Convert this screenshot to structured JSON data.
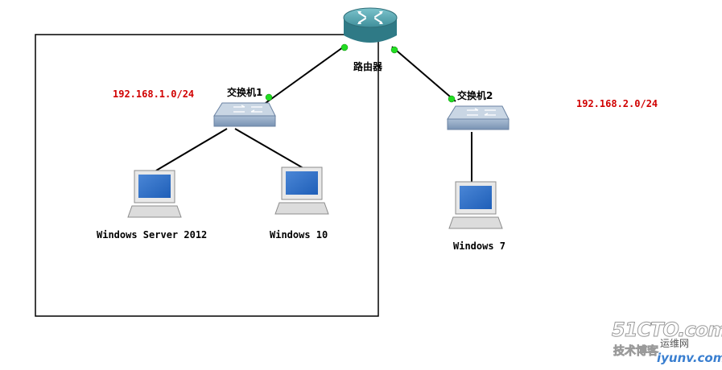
{
  "nodes": {
    "router": {
      "label": "路由器"
    },
    "switch1": {
      "label": "交换机1"
    },
    "switch2": {
      "label": "交换机2"
    },
    "pc_server": {
      "label": "Windows Server 2012"
    },
    "pc_win10": {
      "label": "Windows 10"
    },
    "pc_win7": {
      "label": "Windows 7"
    }
  },
  "subnets": {
    "left": "192.168.1.0/24",
    "right": "192.168.2.0/24"
  },
  "colors": {
    "link": "#000000",
    "link_status": "#22dd22",
    "subnet_text": "#d10000",
    "router_body": "#4a9aa6",
    "switch_body": "#8ea8c4"
  },
  "watermark": {
    "logo": "51CTO.com",
    "tagline": "技术博客",
    "subtitle": "运维网",
    "url": "iyunv.com"
  }
}
